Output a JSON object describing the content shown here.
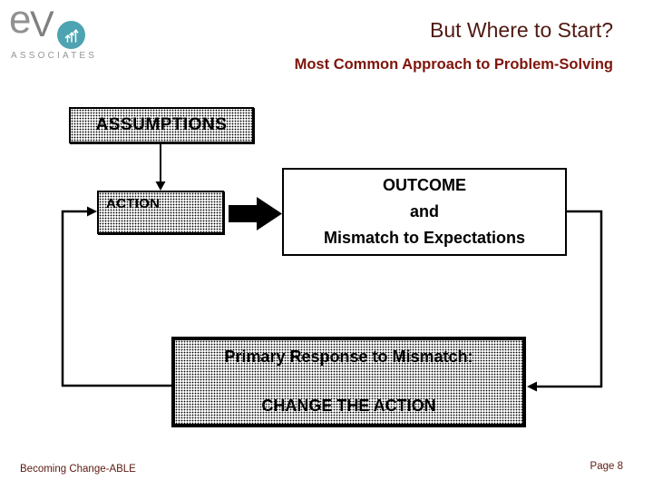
{
  "slide": {
    "logo": {
      "text_e": "e",
      "text_v": "V",
      "subtext": "ASSOCIATES",
      "circle_color": "#4da3b1",
      "letters_color": "#8f9193"
    },
    "header": {
      "title": "But Where to Start?",
      "subtitle": "Most Common Approach to Problem-Solving",
      "title_color": "#4f1a12",
      "subtitle_color": "#7e150c"
    },
    "diagram": {
      "assumptions_label": "ASSUMPTIONS",
      "action_label": "ACTION",
      "outcome_lines": [
        "OUTCOME",
        "and",
        "Mismatch to Expectations"
      ],
      "primary_response_title": "Primary Response to Mismatch:",
      "primary_response_action": "CHANGE THE ACTION",
      "flow": [
        "ASSUMPTIONS -> ACTION",
        "ACTION -> OUTCOME and Mismatch to Expectations",
        "OUTCOME -> Primary Response to Mismatch: CHANGE THE ACTION",
        "Primary Response -> ACTION (feedback loop)"
      ]
    },
    "footer": {
      "left": "Becoming Change-ABLE",
      "right": "Page 8",
      "color": "#5c1a12"
    }
  }
}
